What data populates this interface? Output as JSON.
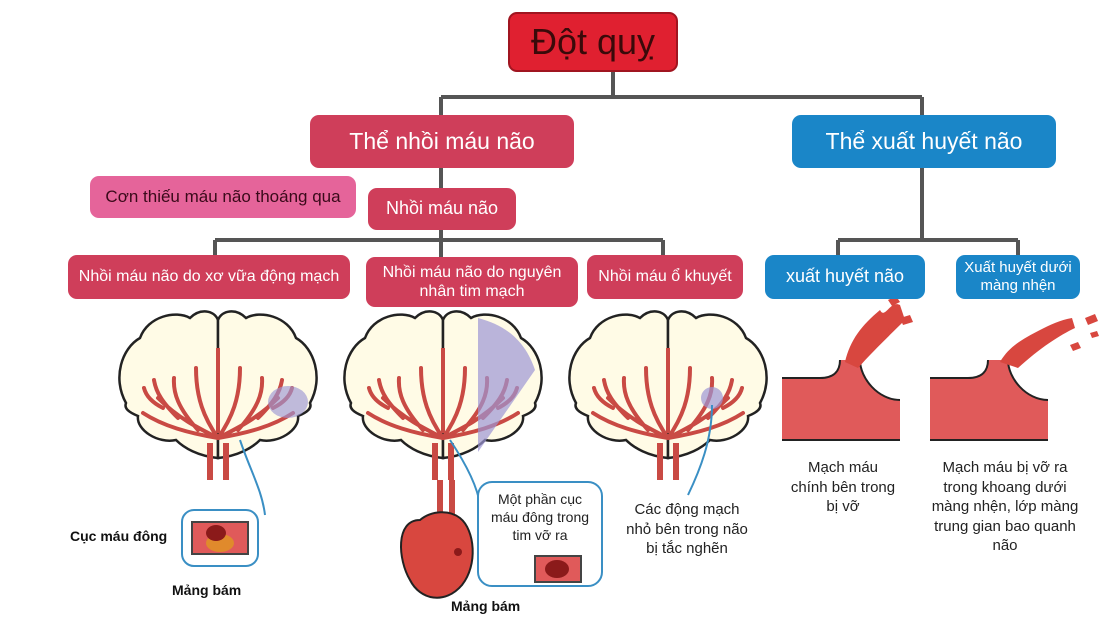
{
  "title": "Đột quỵ",
  "branches": {
    "ischemic": "Thể nhồi máu não",
    "hemorrhagic": "Thể xuất huyết não"
  },
  "ischemic": {
    "tia": "Cơn thiếu máu não thoáng qua",
    "infarct": "Nhồi máu não",
    "types": [
      "Nhồi máu não do xơ vữa động mạch",
      "Nhồi máu não do nguyên nhân tim mạch",
      "Nhồi máu ổ khuyết"
    ]
  },
  "hemorrhagic": {
    "types": [
      "xuất huyết não",
      "Xuất huyết dưới màng nhện"
    ]
  },
  "annotations": {
    "clot": "Cục máu đông",
    "plaque1": "Mảng bám",
    "plaque2": "Mảng bám",
    "cardio_callout": "Một phần cục máu đông trong tim vỡ ra",
    "lacunar_caption": "Các động mạch nhỏ bên trong não bị tắc nghẽn",
    "ich_caption": "Mạch máu chính bên trong bị vỡ",
    "sah_caption": "Mạch máu bị vỡ ra trong khoang dưới màng nhện, lớp màng trung gian bao quanh não"
  },
  "colors": {
    "title_red": "#e02030",
    "ischemic_crimson": "#cf3e5a",
    "tia_pink": "#e5649a",
    "hemorrhagic_blue": "#1a86c8",
    "connector": "#555555",
    "vessel": "#d9534f",
    "ischemia_purple": "#9d96d4"
  }
}
